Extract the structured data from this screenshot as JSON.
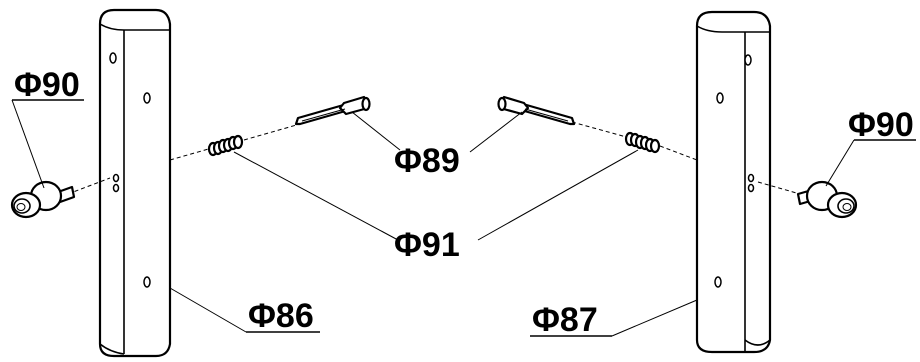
{
  "callouts": {
    "knob_left": "Φ90",
    "knob_right": "Φ90",
    "pin": "Φ89",
    "spring": "Φ91",
    "bar_left": "Φ86",
    "bar_right": "Φ87"
  }
}
